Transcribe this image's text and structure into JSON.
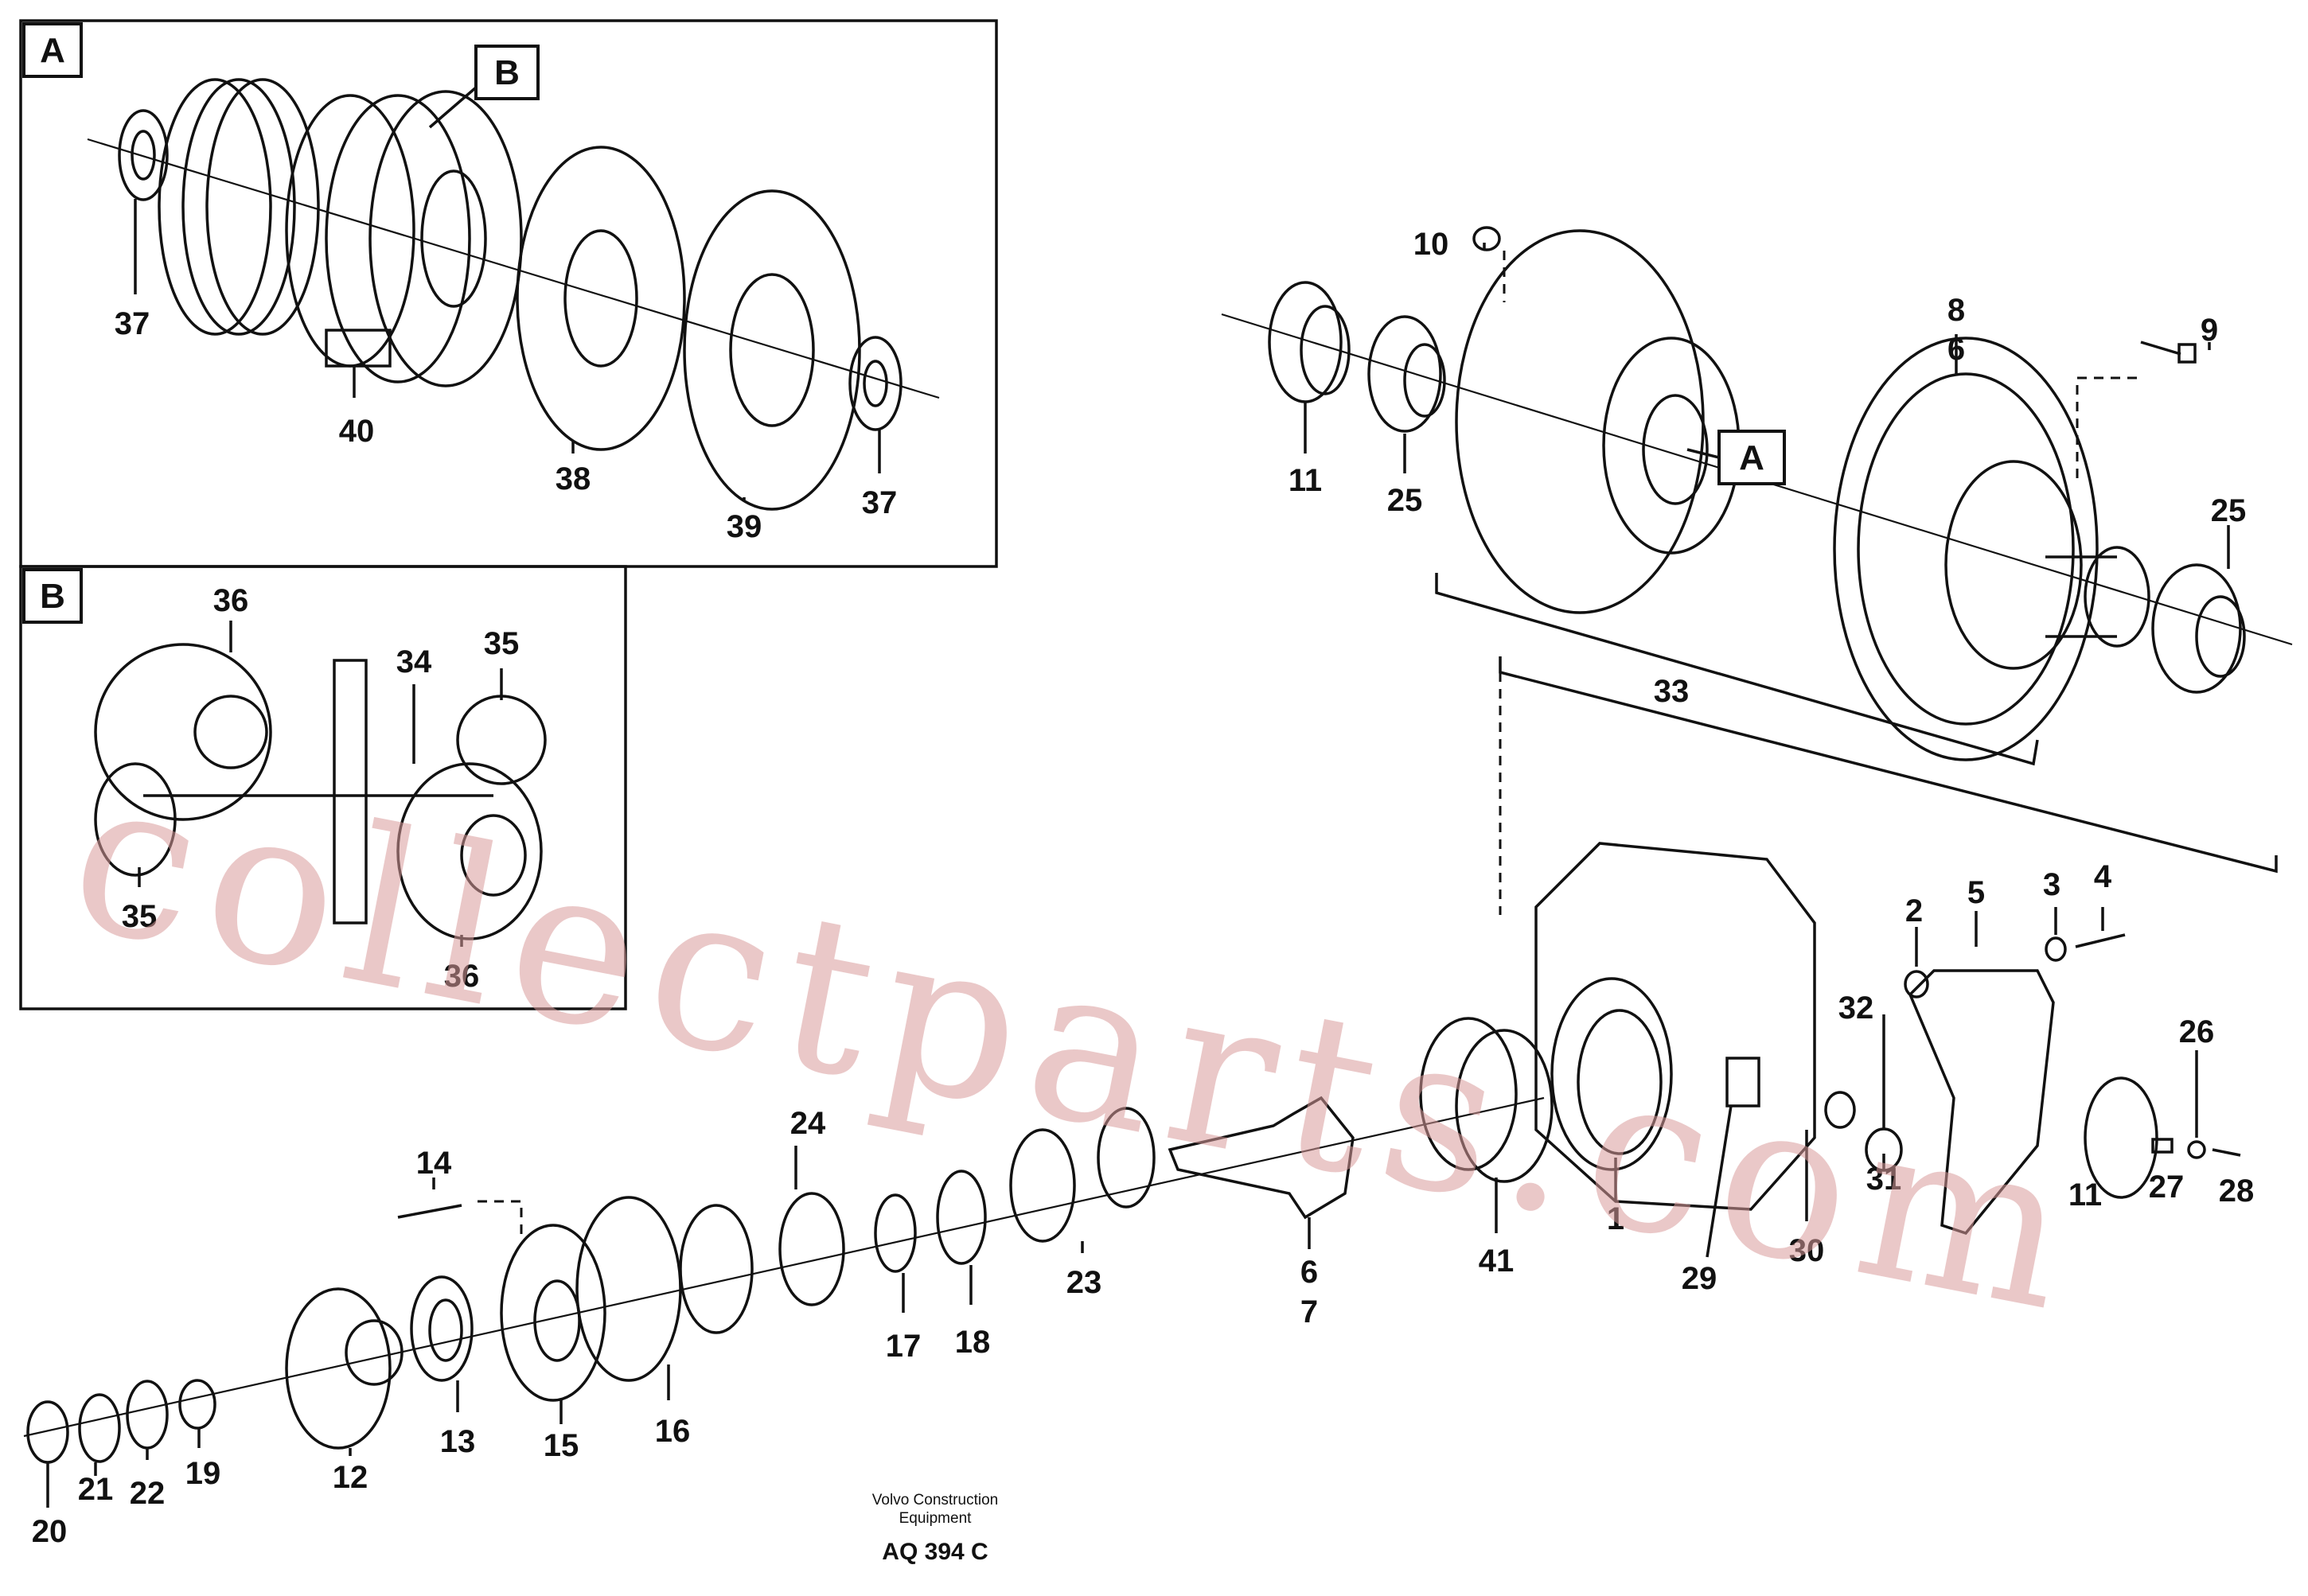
{
  "insets": {
    "a_label": "A",
    "a_ref_label": "B",
    "b_label": "B",
    "main_ref_label": "A"
  },
  "callouts": {
    "c37a": "37",
    "c40": "40",
    "c38": "38",
    "c39": "39",
    "c37b": "37",
    "c36a": "36",
    "c34": "34",
    "c35a": "35",
    "c35b": "35",
    "c36b": "36",
    "c10": "10",
    "c8": "8",
    "c6a": "6",
    "c9": "9",
    "c11a": "11",
    "c25a": "25",
    "c25b": "25",
    "c33": "33",
    "c5": "5",
    "c3": "3",
    "c4": "4",
    "c2": "2",
    "c32": "32",
    "c26": "26",
    "c27": "27",
    "c28": "28",
    "c11b": "11",
    "c31": "31",
    "c30": "30",
    "c29": "29",
    "c1": "1",
    "c41": "41",
    "c6b": "6",
    "c7": "7",
    "c24": "24",
    "c23": "23",
    "c17": "17",
    "c18": "18",
    "c14": "14",
    "c16": "16",
    "c15": "15",
    "c13": "13",
    "c12": "12",
    "c19": "19",
    "c22": "22",
    "c21": "21",
    "c20": "20"
  },
  "footer": {
    "line1": "Volvo Construction",
    "line2": "Equipment",
    "code": "AQ 394 C"
  },
  "watermark": "collectparts.com"
}
